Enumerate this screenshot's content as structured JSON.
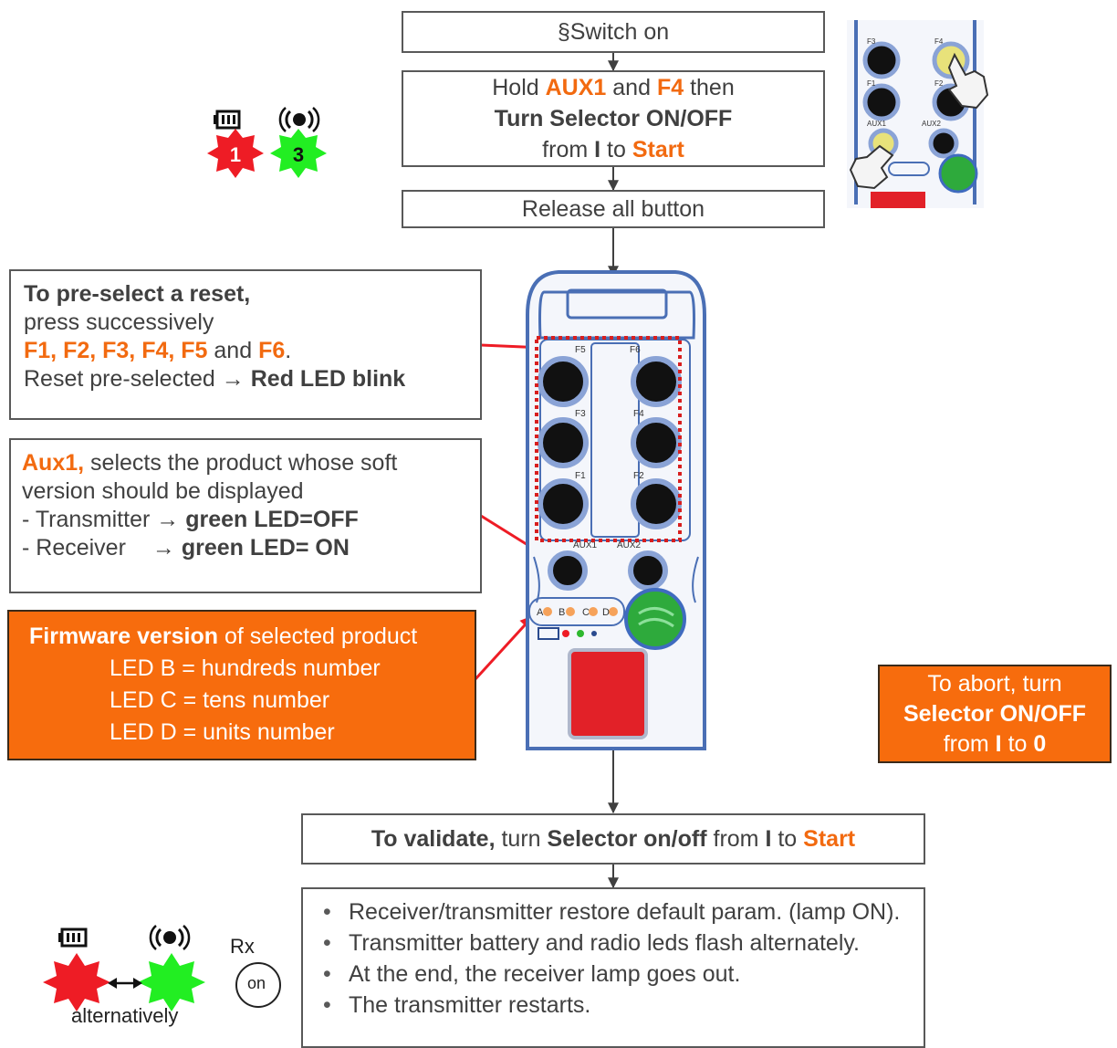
{
  "flow": {
    "step1": "§Switch on",
    "step2": {
      "hold": "Hold",
      "aux1": "AUX1",
      "and": "and",
      "f4": "F4",
      "then": "then",
      "turn": "Turn Selector ON/OFF",
      "from": "from",
      "i": "I",
      "to": "to",
      "start": "Start"
    },
    "step3": "Release all button",
    "validate": {
      "lead": "To validate,",
      "turn": "turn",
      "selector": "Selector on/off",
      "from": "from",
      "i": "I",
      "to": "to",
      "start": "Start"
    },
    "results": [
      "Receiver/transmitter restore default param. (lamp ON).",
      "Transmitter battery and radio leds flash alternately.",
      "At the end, the receiver lamp goes out.",
      "The transmitter restarts."
    ]
  },
  "preselect": {
    "title": "To pre-select a reset,",
    "line2": "press successively",
    "keys": "F1, F2, F3, F4, F5",
    "and": "and",
    "f6": "F6",
    "dot": ".",
    "line4": "Reset pre-selected",
    "arrow": "→",
    "result": "Red LED blink"
  },
  "aux": {
    "lead": "Aux1,",
    "line1": "selects the product whose soft",
    "line2": "version should be displayed",
    "tx": "- Transmitter",
    "tx_val": "green LED=OFF",
    "rx": "- Receiver",
    "rx_val": "green LED= ON",
    "arrow": "→"
  },
  "firmware": {
    "lead": "Firmware version",
    "rest": "of selected product",
    "lines": [
      "LED B = hundreds number",
      "LED C = tens number",
      "LED D = units number"
    ]
  },
  "abort": {
    "line1": "To abort, turn",
    "line2": "Selector ON/OFF",
    "from": "from",
    "i": "I",
    "to": "to",
    "zero": "0"
  },
  "leds_top": {
    "red_count": "1",
    "green_count": "3"
  },
  "leds_bottom": {
    "rx": "Rx",
    "on": "on",
    "alternatively": "alternatively"
  },
  "remote": {
    "labels": [
      "F5",
      "F6",
      "F3",
      "F4",
      "F1",
      "F2",
      "AUX1",
      "AUX2"
    ],
    "led_labels": [
      "A",
      "B",
      "C",
      "D"
    ]
  },
  "thumb": {
    "labels": [
      "F3",
      "F4",
      "F1",
      "F2",
      "AUX1",
      "AUX2"
    ]
  },
  "colors": {
    "orange": "#f76c0d",
    "red": "#ee1c25",
    "green": "#22ee22",
    "remote_blue": "#4a6fb5"
  }
}
